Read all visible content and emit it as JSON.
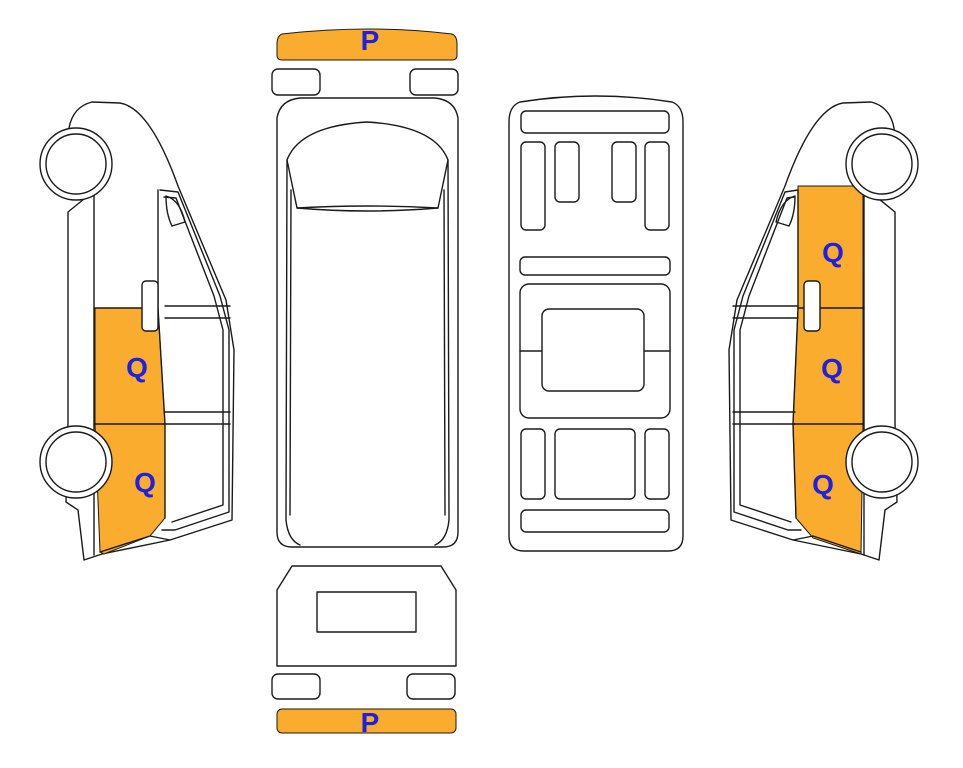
{
  "colors": {
    "damage_fill": "#F9AC2D",
    "label_text": "#1E22E0",
    "outline": "#1a1a1a",
    "background": "#ffffff"
  },
  "labels": {
    "front_bumper": "P",
    "rear_bumper": "P",
    "left_rear_panel": "Q",
    "left_rear_lower": "Q",
    "right_upper_panel": "Q",
    "right_middle_panel": "Q",
    "right_lower_panel": "Q"
  }
}
